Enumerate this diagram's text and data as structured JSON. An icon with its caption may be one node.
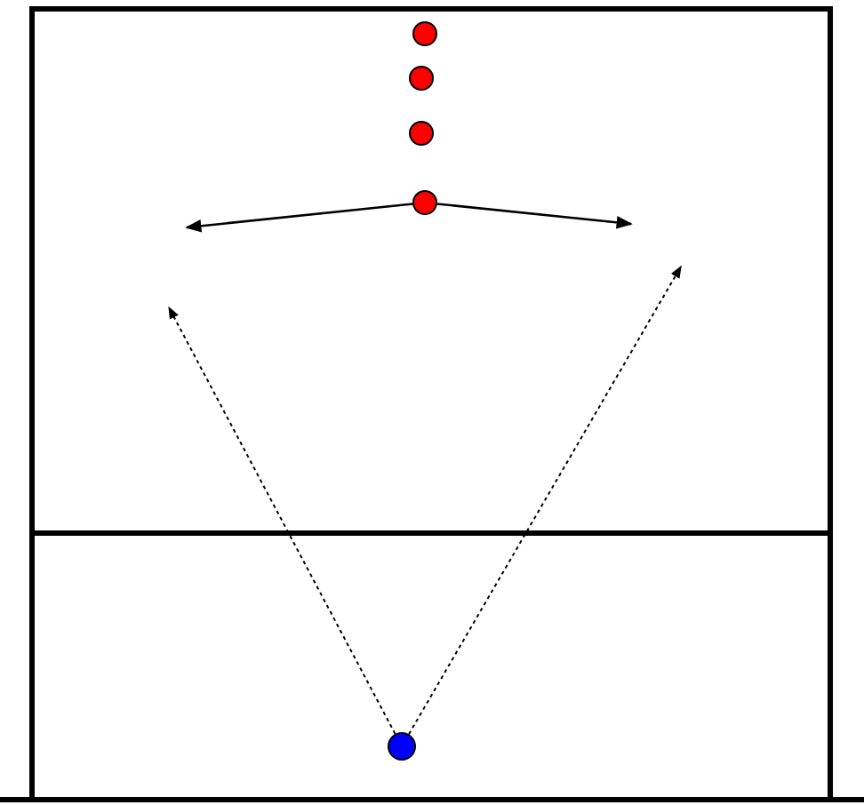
{
  "diagram": {
    "nodes": [
      {
        "text": [],
        "shape": "circle"
      },
      {
        "text": [],
        "shape": "circle"
      },
      {
        "text": [],
        "shape": "circle"
      },
      {
        "text": [],
        "shape": "circle"
      },
      {
        "text": [],
        "shape": "circle"
      }
    ],
    "edges": [
      {
        "from": 3,
        "to": null,
        "arrow": "to"
      },
      {
        "from": 3,
        "to": null,
        "arrow": "to"
      },
      {
        "from": 4,
        "to": null,
        "arrow": "to",
        "style": "dashed"
      },
      {
        "from": 4,
        "to": null,
        "arrow": "to",
        "style": "dashed"
      }
    ]
  }
}
